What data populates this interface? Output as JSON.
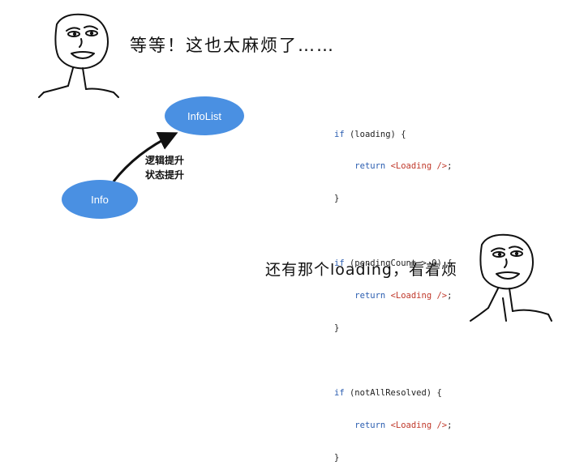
{
  "captions": {
    "top": "等等！这也太麻烦了……",
    "bottom": "还有那个loading，看着烦"
  },
  "diagram": {
    "nodes": {
      "infolist": "InfoList",
      "info": "Info"
    },
    "edge_labels": [
      "逻辑提升",
      "状态提升"
    ]
  },
  "code": {
    "blocks": [
      {
        "keyword": "if",
        "condition": " (loading) {",
        "return_kw": "return",
        "tag": "<Loading />",
        "semi": ";",
        "close": "}"
      },
      {
        "keyword": "if",
        "condition": " (pendingCount > 0) {",
        "return_kw": "return",
        "tag": "<Loading />",
        "semi": ";",
        "close": "}"
      },
      {
        "keyword": "if",
        "condition": " (notAllResolved) {",
        "return_kw": "return",
        "tag": "<Loading />",
        "semi": ";",
        "close": "}"
      }
    ]
  },
  "colors": {
    "node_fill": "#4a90e2",
    "keyword": "#2a5db0",
    "jsx_tag": "#c0392b"
  },
  "icons": {
    "top_left": "meme-face-icon",
    "bottom_right": "meme-face-icon"
  }
}
